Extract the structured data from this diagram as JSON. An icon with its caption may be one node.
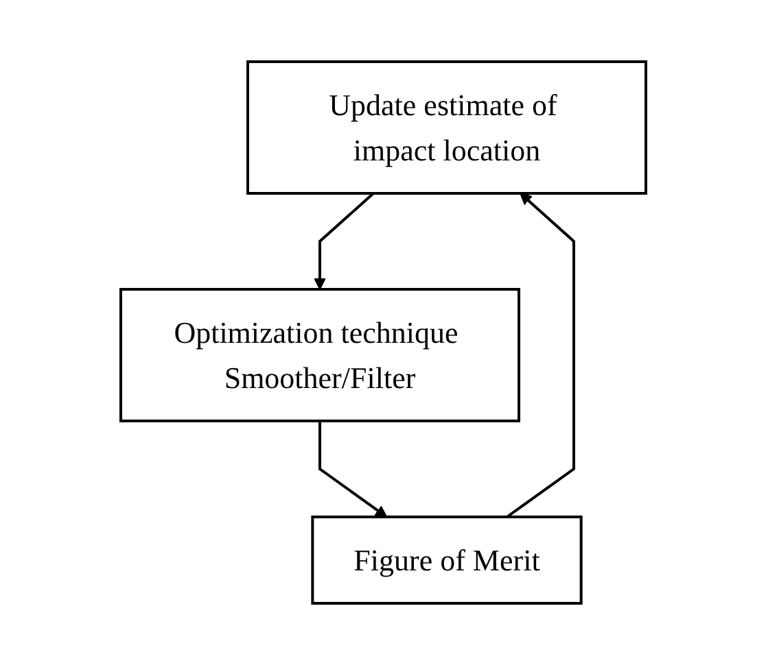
{
  "diagram": {
    "nodes": [
      {
        "text": [
          "Update estimate of impact location"
        ]
      },
      {
        "text": [
          "Optimization technique Smoother/Filter"
        ]
      },
      {
        "text": [
          "Figure of Merit"
        ]
      }
    ],
    "edges": [
      {
        "from": 0,
        "to": 1,
        "arrow": "to"
      },
      {
        "from": 1,
        "to": 2,
        "arrow": "to"
      },
      {
        "from": 2,
        "to": 0,
        "arrow": "to"
      }
    ]
  }
}
